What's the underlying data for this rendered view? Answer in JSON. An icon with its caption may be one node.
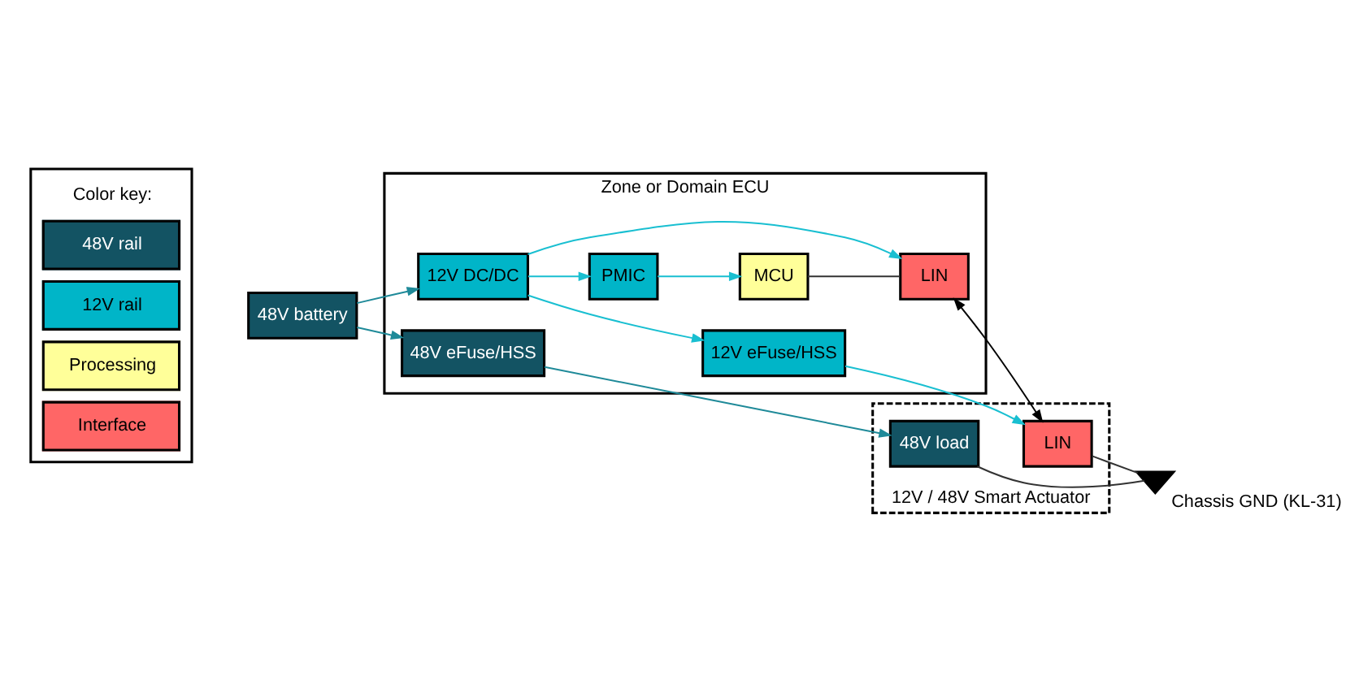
{
  "diagram": {
    "nodes": [
      {
        "text": [
          "Zone or Domain ECU"
        ]
      },
      {
        "text": [
          "48V battery"
        ]
      },
      {
        "text": [
          "48V eFuse/HSS"
        ],
        "in": 0
      },
      {
        "text": [
          "12V DC/DC"
        ],
        "in": 0
      },
      {
        "text": [
          "12V eFuse/HSS"
        ],
        "in": 0
      },
      {
        "text": [
          "PMIC"
        ],
        "in": 0
      },
      {
        "text": [
          "LIN"
        ],
        "in": 0
      },
      {
        "text": [
          "MCU"
        ],
        "in": 0
      },
      {
        "text": [
          "12V / 48V Smart Actuator"
        ]
      },
      {
        "text": [
          "LIN"
        ],
        "in": 8
      },
      {
        "text": [
          "48V load"
        ],
        "in": 8
      },
      {
        "text": [],
        "shape": "triangle",
        "beside": [
          "Chassis GND (KL-31)"
        ]
      }
    ],
    "edges": [
      {
        "from": 1,
        "to": 2,
        "arrow": "to",
        "color": "#1f8a99"
      },
      {
        "from": 1,
        "to": 3,
        "arrow": "to",
        "color": "#1f8a99"
      },
      {
        "from": 2,
        "to": 10,
        "arrow": "to",
        "color": "#1f8a99"
      },
      {
        "from": 3,
        "to": 4,
        "arrow": "to",
        "color": "#19bfd1"
      },
      {
        "from": 3,
        "to": 5,
        "arrow": "to",
        "color": "#19bfd1"
      },
      {
        "from": 3,
        "to": 6,
        "arrow": "to",
        "color": "#19bfd1"
      },
      {
        "from": 4,
        "to": 9,
        "arrow": "to",
        "color": "#19bfd1"
      },
      {
        "from": 5,
        "to": 7,
        "arrow": "to",
        "color": "#19bfd1"
      },
      {
        "from": 7,
        "to": 6,
        "arrow": "none",
        "color": "#333333"
      },
      {
        "from": 6,
        "to": 9,
        "arrow": "both",
        "color": "#000000"
      },
      {
        "from": 9,
        "to": 11,
        "arrow": "none",
        "color": "#333333"
      },
      {
        "from": 10,
        "to": 11,
        "arrow": "none",
        "color": "#333333"
      }
    ],
    "labels": [
      "Color key:"
    ],
    "legend": [
      {
        "text": "48V rail",
        "color": "#135363"
      },
      {
        "text": "12V rail",
        "color": "#00b5c8"
      },
      {
        "text": "Processing",
        "color": "#ffff99"
      },
      {
        "text": "Interface",
        "color": "#ff6666"
      }
    ]
  }
}
